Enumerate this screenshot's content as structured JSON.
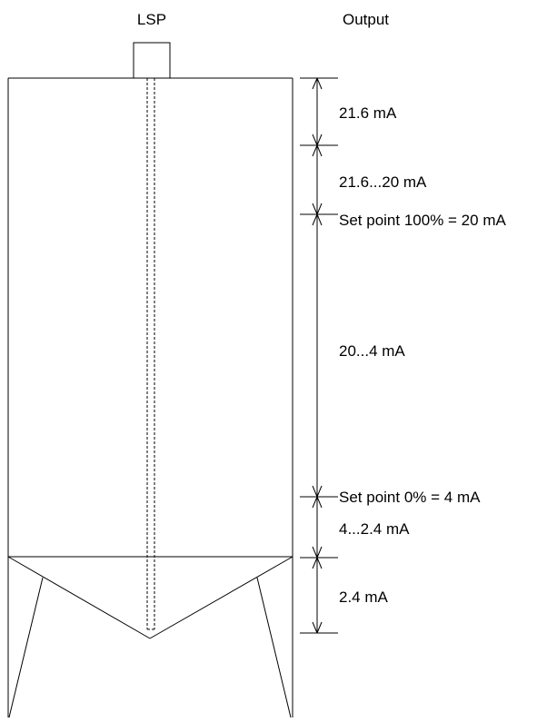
{
  "header": {
    "sensor_label": "LSP",
    "output_label": "Output"
  },
  "zones": [
    {
      "label": "21.6 mA"
    },
    {
      "label": "21.6...20 mA"
    },
    {
      "label": "20...4 mA"
    },
    {
      "label": "4...2.4 mA"
    },
    {
      "label": "2.4 mA"
    }
  ],
  "setpoints": [
    {
      "label": "Set point 100% = 20 mA"
    },
    {
      "label": "Set point 0% = 4 mA"
    }
  ]
}
